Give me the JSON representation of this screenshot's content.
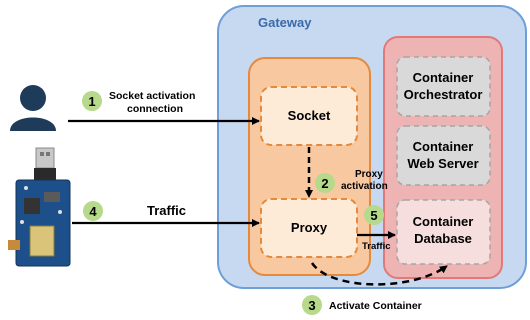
{
  "gateway": {
    "title": "Gateway"
  },
  "socket": {
    "label": "Socket"
  },
  "proxy": {
    "label": "Proxy"
  },
  "containers": {
    "orchestrator": {
      "line1": "Container",
      "line2": "Orchestrator"
    },
    "webserver": {
      "line1": "Container",
      "line2": "Web Server"
    },
    "database": {
      "line1": "Container",
      "line2": "Database"
    }
  },
  "steps": [
    {
      "number": "1",
      "line1": "Socket activation",
      "line2": "connection"
    },
    {
      "number": "2",
      "line1": "Proxy",
      "line2": "activation"
    },
    {
      "number": "3",
      "label": "Activate Container"
    },
    {
      "number": "4",
      "label": "Traffic"
    },
    {
      "number": "5",
      "label": "Traffic"
    }
  ],
  "colors": {
    "gateway_fill": "#c7d9f1",
    "gateway_stroke": "#6f9fd8",
    "proxy_panel_fill": "#f8c9a0",
    "proxy_panel_stroke": "#e58a3c",
    "inner_box_fill": "#fdebd7",
    "inner_box_stroke": "#e58a3c",
    "container_panel_fill": "#eeb3b3",
    "container_panel_stroke": "#e07a7a",
    "container_box_fill": "#d9d9d9",
    "container_box_stroke": "#a6a6a6",
    "badge_fill": "#b7d98b",
    "user_icon": "#1f3b5a",
    "text": "#000000",
    "gateway_title": "#3a6aa8"
  },
  "icons": [
    "user-icon",
    "iot-device-icon"
  ]
}
